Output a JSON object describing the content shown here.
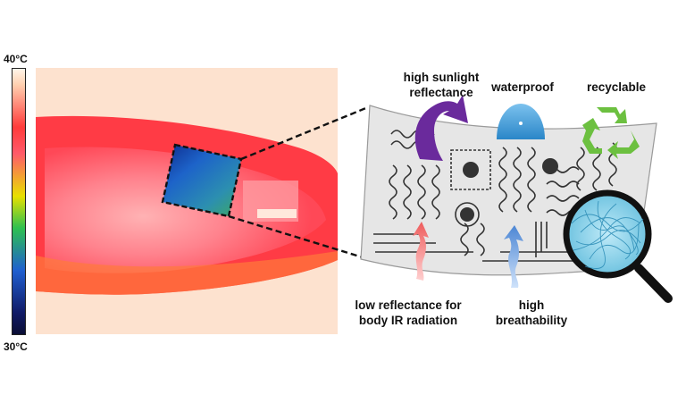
{
  "colorbar": {
    "max_label": "40°C",
    "min_label": "30°C"
  },
  "labels": {
    "sunlight_line1": "high sunlight",
    "sunlight_line2": "reflectance",
    "waterproof": "waterproof",
    "recyclable": "recyclable",
    "ir_line1": "low reflectance for",
    "ir_line2": "body IR radiation",
    "breath_line1": "high",
    "breath_line2": "breathability"
  },
  "colors": {
    "arrow_purple": "#6a2a9c",
    "arrow_red": "#f06a6a",
    "arrow_blue": "#5a8fd8",
    "droplet": "#3d9ad8",
    "recycle_green": "#6cc040",
    "fiber_cyan": "#8fd6ee"
  }
}
